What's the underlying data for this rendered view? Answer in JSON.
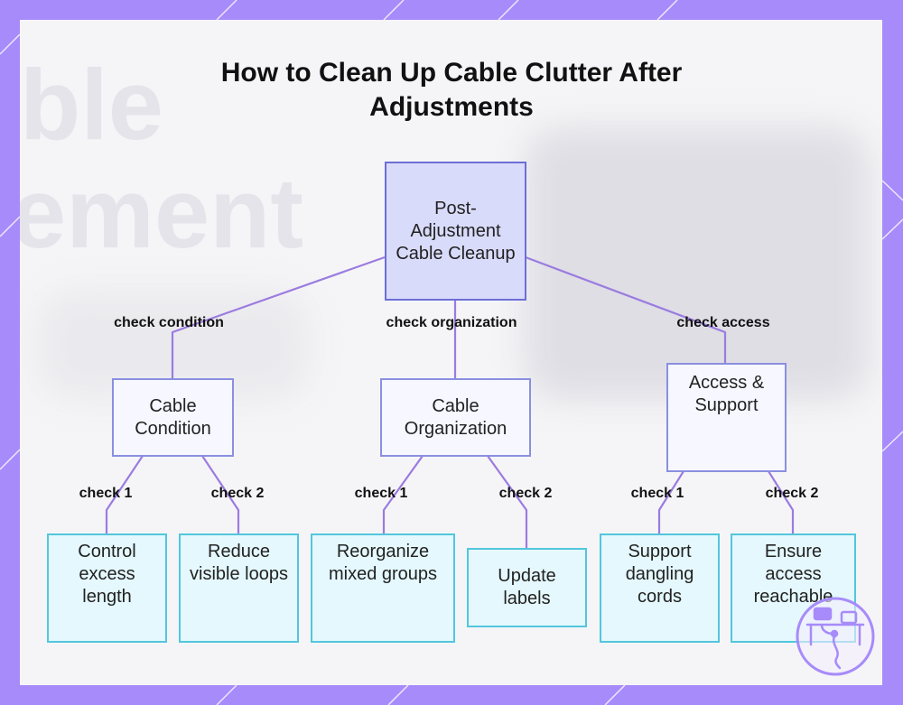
{
  "title": "How to Clean Up Cable Clutter After Adjustments",
  "root": {
    "label": "Post-Adjustment Cable Cleanup"
  },
  "branches": [
    {
      "edge_label": "check condition",
      "label": "Cable Condition",
      "children": [
        {
          "edge_label": "check 1",
          "label": "Control excess length"
        },
        {
          "edge_label": "check 2",
          "label": "Reduce visible loops"
        }
      ]
    },
    {
      "edge_label": "check organization",
      "label": "Cable Organization",
      "children": [
        {
          "edge_label": "check 1",
          "label": "Reorganize mixed groups"
        },
        {
          "edge_label": "check 2",
          "label": "Update labels"
        }
      ]
    },
    {
      "edge_label": "check access",
      "label": "Access & Support",
      "children": [
        {
          "edge_label": "check 1",
          "label": "Support dangling cords"
        },
        {
          "edge_label": "check 2",
          "label": "Ensure access reachable"
        }
      ]
    }
  ],
  "background_words": [
    "ble",
    "ement"
  ],
  "colors": {
    "frame": "#a78bfa",
    "connector": "#9b7be0",
    "root_fill": "#d9dbfb",
    "mid_fill": "#f6f7ff",
    "leaf_fill": "#e4f8fd",
    "leaf_border": "#53c6dd"
  },
  "icons": [
    "workstation-logo-icon"
  ]
}
